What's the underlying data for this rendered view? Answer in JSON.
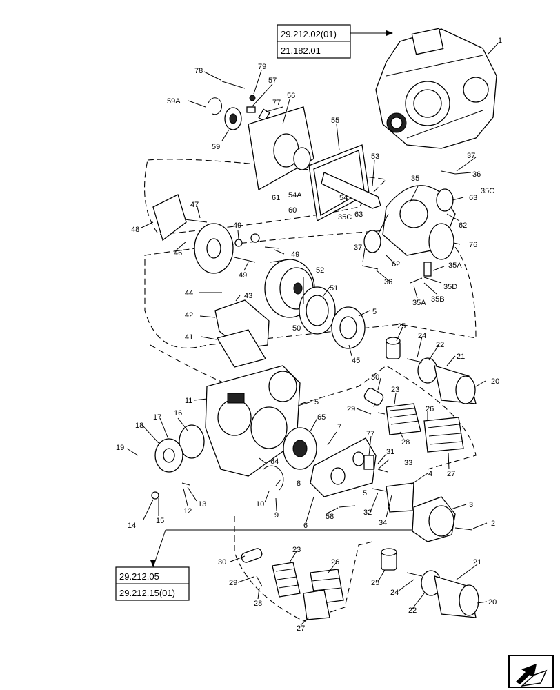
{
  "references": {
    "top": [
      "29.212.02(01)",
      "21.182.01"
    ],
    "bottom": [
      "29.212.05",
      "29.212.15(01)"
    ]
  },
  "callouts": {
    "c1": "1",
    "c2": "2",
    "c3": "3",
    "c4": "4",
    "c5a": "5",
    "c5b": "5",
    "c5c": "5",
    "c6": "6",
    "c7": "7",
    "c8": "8",
    "c9": "9",
    "c10": "10",
    "c11": "11",
    "c12": "12",
    "c13": "13",
    "c14": "14",
    "c15": "15",
    "c16": "16",
    "c17": "17",
    "c18": "18",
    "c19": "19",
    "c20a": "20",
    "c20b": "20",
    "c21a": "21",
    "c21b": "21",
    "c22a": "22",
    "c22b": "22",
    "c23a": "23",
    "c23b": "23",
    "c24a": "24",
    "c24b": "24",
    "c25a": "25",
    "c25b": "25",
    "c26a": "26",
    "c26b": "26",
    "c27a": "27",
    "c27b": "27",
    "c28a": "28",
    "c28b": "28",
    "c29a": "29",
    "c29b": "29",
    "c30a": "30",
    "c30b": "30",
    "c31": "31",
    "c32": "32",
    "c33": "33",
    "c34": "34",
    "c35": "35",
    "c35A1": "35A",
    "c35A2": "35A",
    "c35B": "35B",
    "c35C1": "35C",
    "c35C2": "35C",
    "c35D": "35D",
    "c36a": "36",
    "c36b": "36",
    "c37a": "37",
    "c37b": "37",
    "c41": "41",
    "c42": "42",
    "c43": "43",
    "c44": "44",
    "c45": "45",
    "c46": "46",
    "c47": "47",
    "c48": "48",
    "c49a": "49",
    "c49b": "49",
    "c49c": "49",
    "c50": "50",
    "c51": "51",
    "c52": "52",
    "c53": "53",
    "c54": "54",
    "c54A": "54A",
    "c55": "55",
    "c56": "56",
    "c57": "57",
    "c58": "58",
    "c59": "59",
    "c59A": "59A",
    "c60": "60",
    "c61": "61",
    "c62a": "62",
    "c62b": "62",
    "c63a": "63",
    "c63b": "63",
    "c64": "64",
    "c65": "65",
    "c76": "76",
    "c77a": "77",
    "c77b": "77",
    "c78": "78",
    "c79": "79"
  },
  "icons": {
    "nav": "arrow-navigation-icon"
  }
}
